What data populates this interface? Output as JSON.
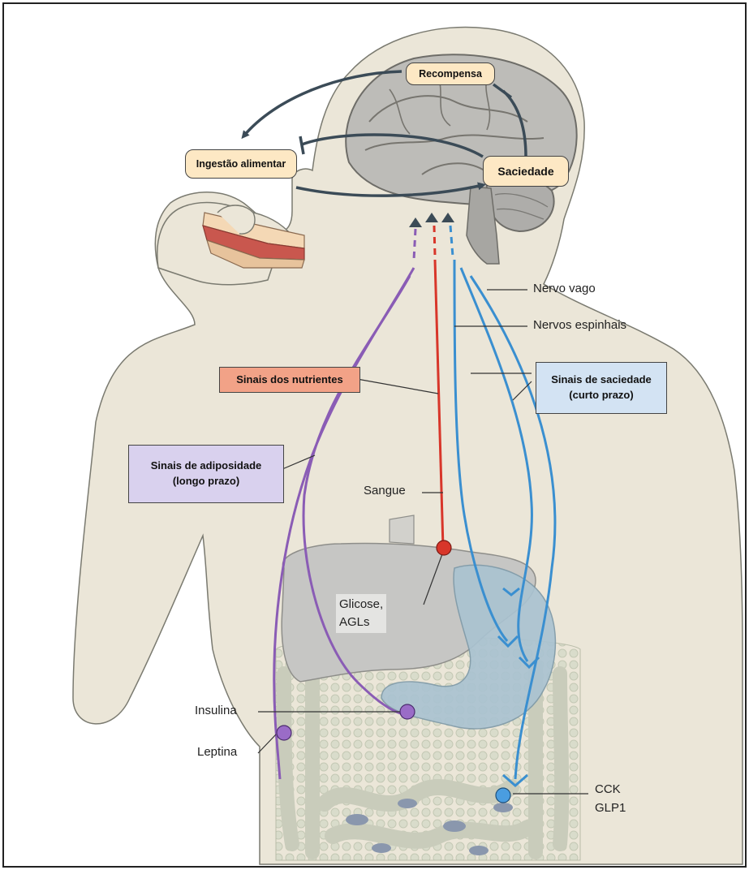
{
  "brain_labels": {
    "reward": "Recompensa",
    "food_intake": "Ingestão alimentar",
    "satiety": "Saciedade"
  },
  "nerve_labels": {
    "vagus": "Nervo vago",
    "spinal": "Nervos espinhais"
  },
  "signal_boxes": {
    "nutrients": "Sinais dos nutrientes",
    "satiety_line1": "Sinais de saciedade",
    "satiety_line2": "(curto prazo)",
    "adiposity_line1": "Sinais de adiposidade",
    "adiposity_line2": "(longo prazo)"
  },
  "pathway_labels": {
    "blood": "Sangue",
    "glucose_line1": "Glicose,",
    "glucose_line2": "AGLs",
    "insulin": "Insulina",
    "leptin": "Leptina",
    "cck": "CCK",
    "glp1": "GLP1"
  },
  "colors": {
    "body": "#ebe6d8",
    "nutrient_box": "#f2a287",
    "satiety_box": "#d3e3f3",
    "adiposity_box": "#d9d1ee",
    "pill": "#fde8c4",
    "adiposity_line": "#8a5cb5",
    "blood_line": "#d8362a",
    "satiety_line": "#3a8fd0"
  }
}
